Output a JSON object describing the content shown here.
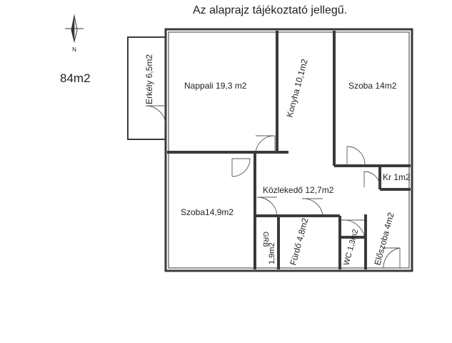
{
  "header": {
    "note": "Az alaprajz tájékoztató jellegű."
  },
  "summary": {
    "total_area": "84m2"
  },
  "compass": {
    "north_label": "N",
    "icon": "compass-north-arrow-icon"
  },
  "rooms": {
    "balcony": "Erkély 6,5m2",
    "living": "Nappali 19,3 m2",
    "kitchen": "Konyha 10,1m2",
    "room1": "Szoba 14m2",
    "storage": "Kr 1m2",
    "corridor": "Közlekedő 12,7m2",
    "room2": "Szoba14,9m2",
    "closet_a": "GRB",
    "closet_b": "1,9m2",
    "bathroom": "Fürdő 4,8m2",
    "wc": "WC 1,3m2",
    "hall": "Előszoba 4m2"
  },
  "colors": {
    "wall": "#3a3a3a",
    "text": "#222222",
    "background": "#ffffff"
  }
}
